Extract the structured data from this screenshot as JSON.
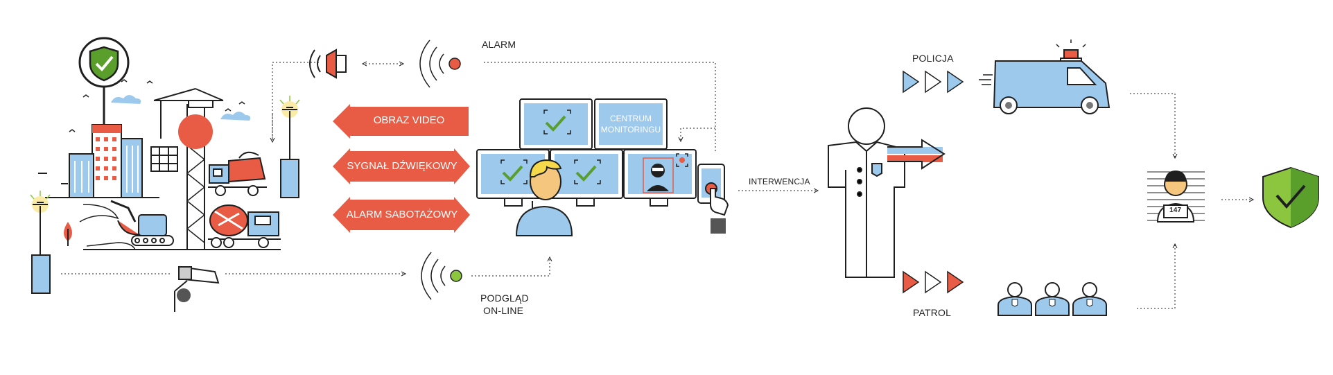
{
  "labels": {
    "alarm": "ALARM",
    "preview_line1": "PODGLĄD",
    "preview_line2": "ON-LINE",
    "intervention": "INTERWENCJA",
    "police": "POLICJA",
    "patrol": "PATROL"
  },
  "arrows": {
    "video": "OBRAZ VIDEO",
    "sound": "SYGNAŁ DŹWIĘKOWY",
    "sabotage": "ALARM SABOTAŻOWY"
  },
  "monitoring_center": {
    "line1": "CENTRUM",
    "line2": "MONITORINGU"
  },
  "prisoner_number": "147",
  "colors": {
    "accent_red": "#e85c45",
    "light_blue": "#9cc9ec",
    "green": "#8cc63f",
    "dark_green": "#5a9e2c",
    "outline": "#1f1f1f"
  },
  "icons": [
    "shield-check-icon",
    "speaker-icon",
    "alarm-signal-icon",
    "online-signal-icon",
    "cctv-camera-icon",
    "street-lamp-icon",
    "monitor-wall-icon",
    "operator-icon",
    "tablet-touch-icon",
    "guard-icon",
    "police-van-icon",
    "patrol-team-icon",
    "prisoner-icon",
    "final-shield-icon"
  ]
}
